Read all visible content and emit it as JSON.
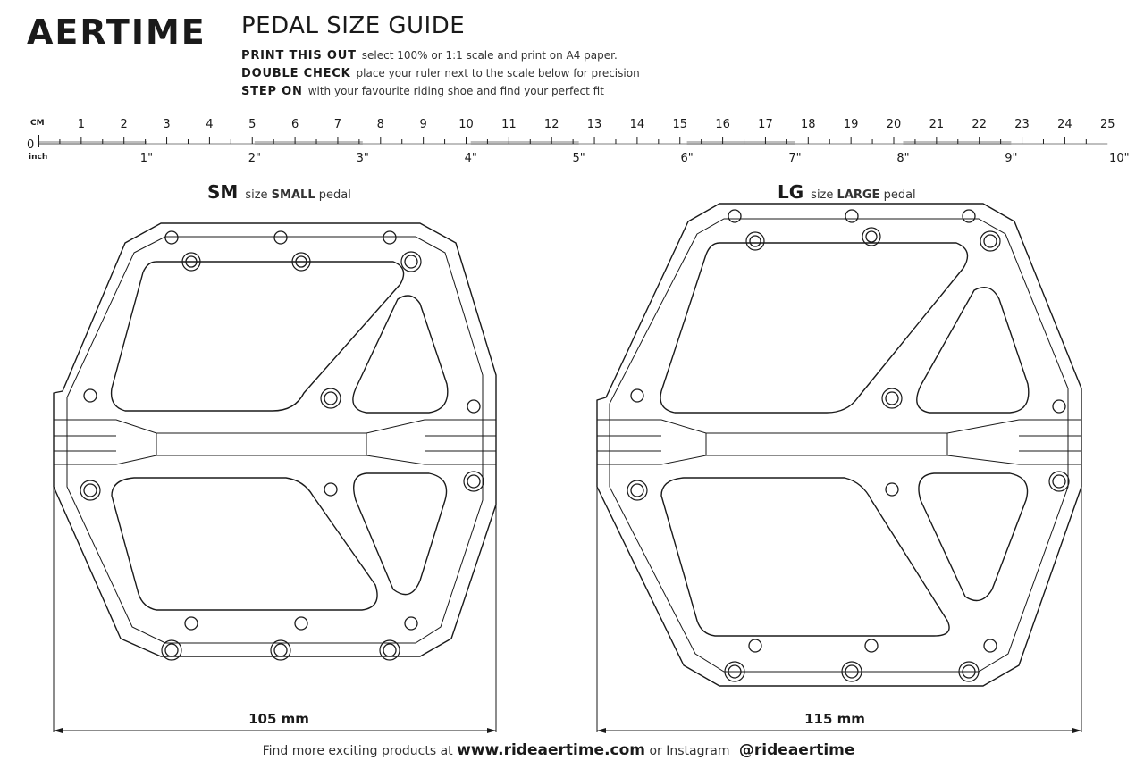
{
  "brand": {
    "name": "AERTIME"
  },
  "title": "PEDAL SIZE GUIDE",
  "instructions": [
    {
      "label": "PRINT THIS OUT",
      "text": "select 100% or 1:1 scale and print on A4 paper."
    },
    {
      "label": "DOUBLE CHECK",
      "text": "place your ruler next to the scale below for precision"
    },
    {
      "label": "STEP ON",
      "text": "with your favourite riding shoe and find your perfect fit"
    }
  ],
  "ruler": {
    "cm_label": "CM",
    "inch_label": "inch",
    "zero": "0",
    "cm_ticks": [
      "1",
      "2",
      "3",
      "4",
      "5",
      "6",
      "7",
      "8",
      "9",
      "10",
      "11",
      "12",
      "13",
      "14",
      "15",
      "16",
      "17",
      "18",
      "19",
      "20",
      "21",
      "22",
      "23",
      "24",
      "25"
    ],
    "inch_ticks": [
      "1\"",
      "2\"",
      "3\"",
      "4\"",
      "5\"",
      "6\"",
      "7\"",
      "8\"",
      "9\"",
      "10\""
    ]
  },
  "pedals": [
    {
      "code": "SM",
      "size_prefix": "size",
      "size_word": "SMALL",
      "size_suffix": "pedal",
      "dimension": "105 mm"
    },
    {
      "code": "LG",
      "size_prefix": "size",
      "size_word": "LARGE",
      "size_suffix": "pedal",
      "dimension": "115 mm"
    }
  ],
  "footer": {
    "prefix": "Find more exciting products at",
    "website": "www.rideaertime.com",
    "middle": "or Instagram",
    "instagram": "@rideaertime"
  },
  "colors": {
    "ink": "#1a1a1a",
    "ruler_band": "#bdbdbd"
  }
}
